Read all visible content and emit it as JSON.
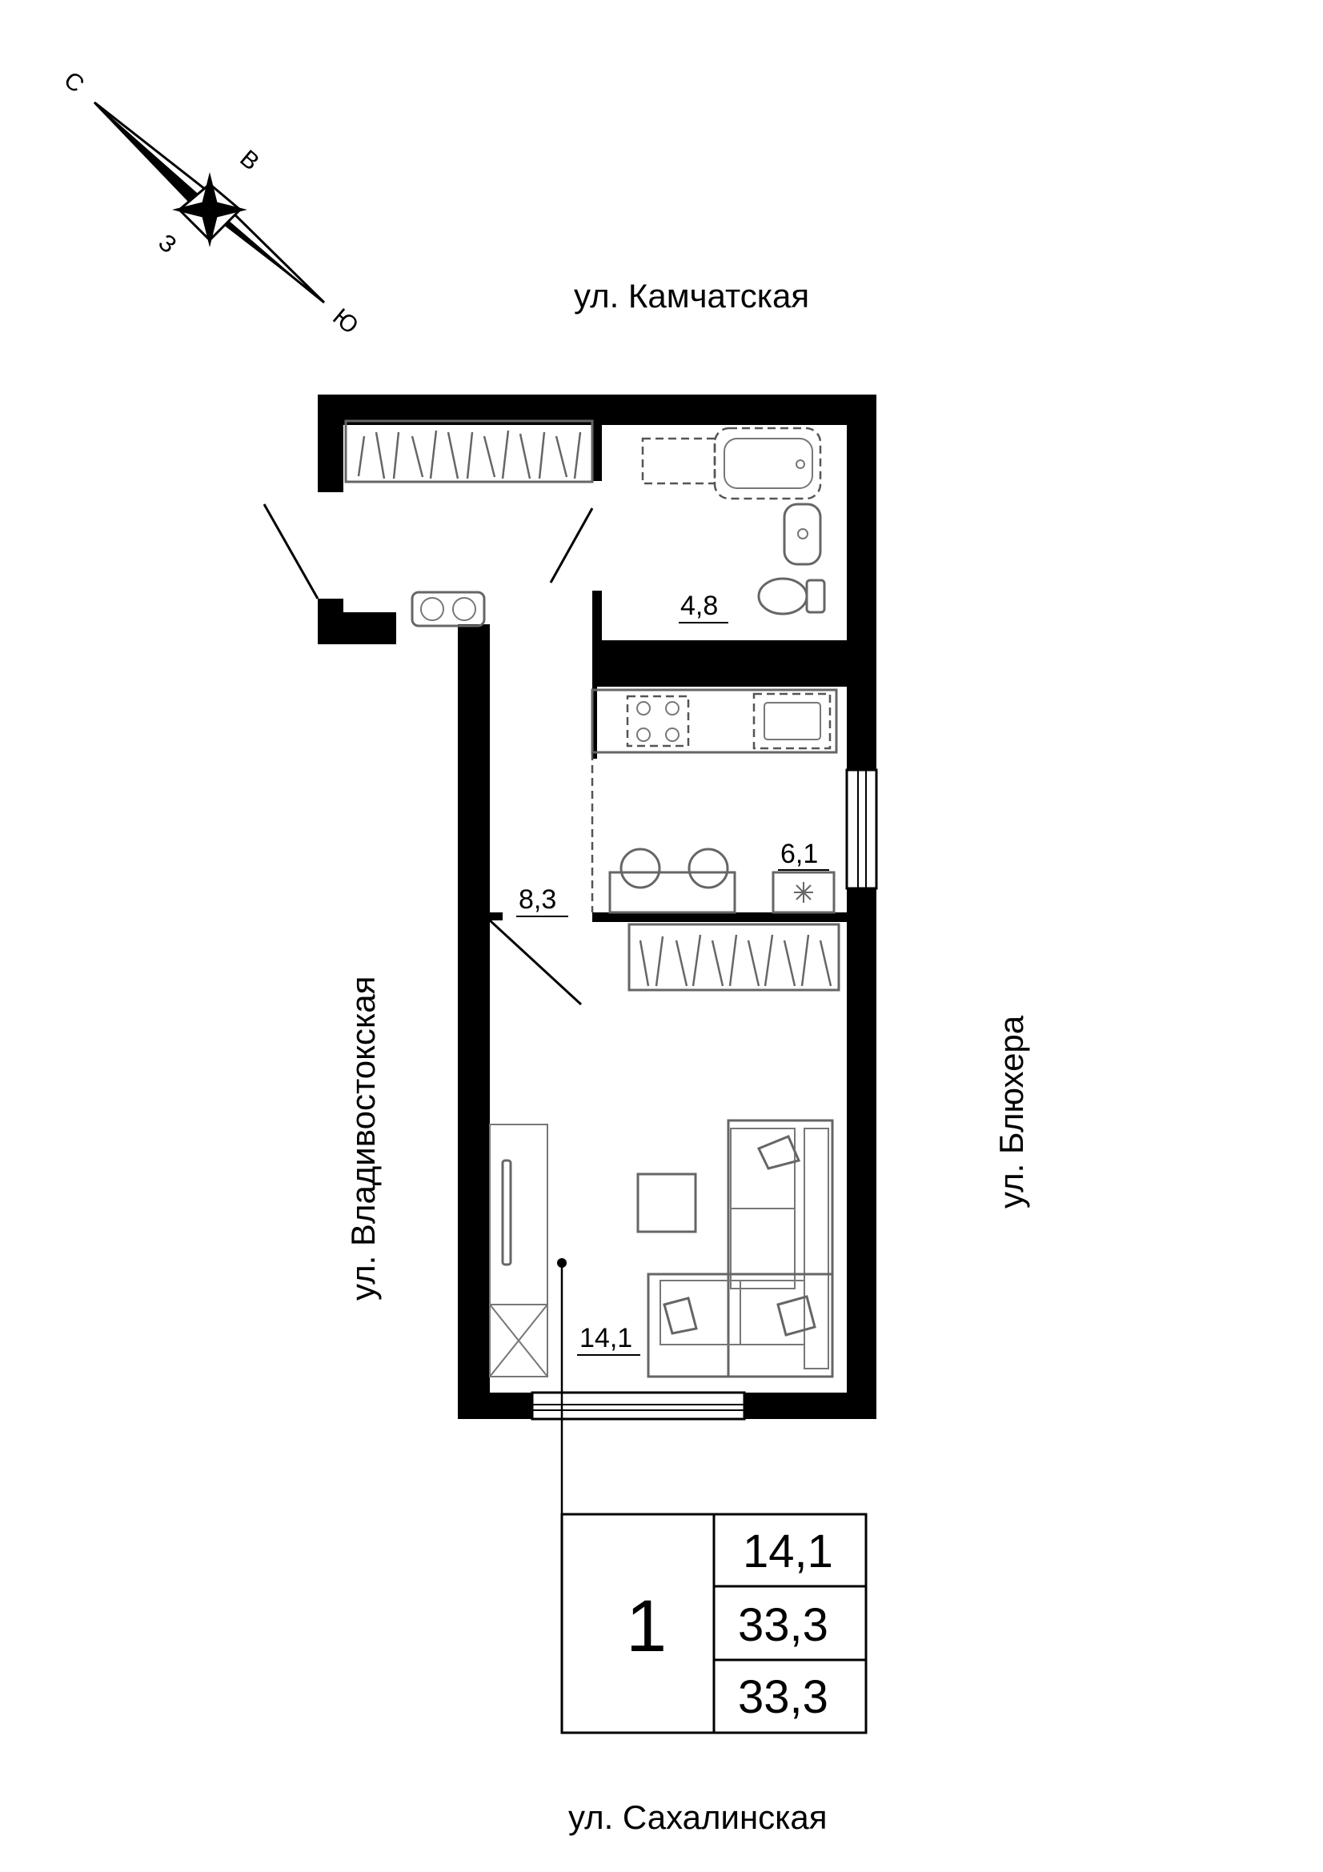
{
  "streets": {
    "north": "ул. Камчатская",
    "south": "ул. Сахалинская",
    "west": "ул. Владивостокская",
    "east": "ул. Блюхера"
  },
  "compass": {
    "n": "С",
    "s": "Ю",
    "e": "В",
    "w": "З"
  },
  "rooms": {
    "bathroom_area": "4,8",
    "hall_area": "8,3",
    "kitchen_area": "6,1",
    "living_area": "14,1"
  },
  "summary": {
    "rooms_count": "1",
    "living_area": "14,1",
    "total_area": "33,3",
    "total_area_2": "33,3"
  }
}
